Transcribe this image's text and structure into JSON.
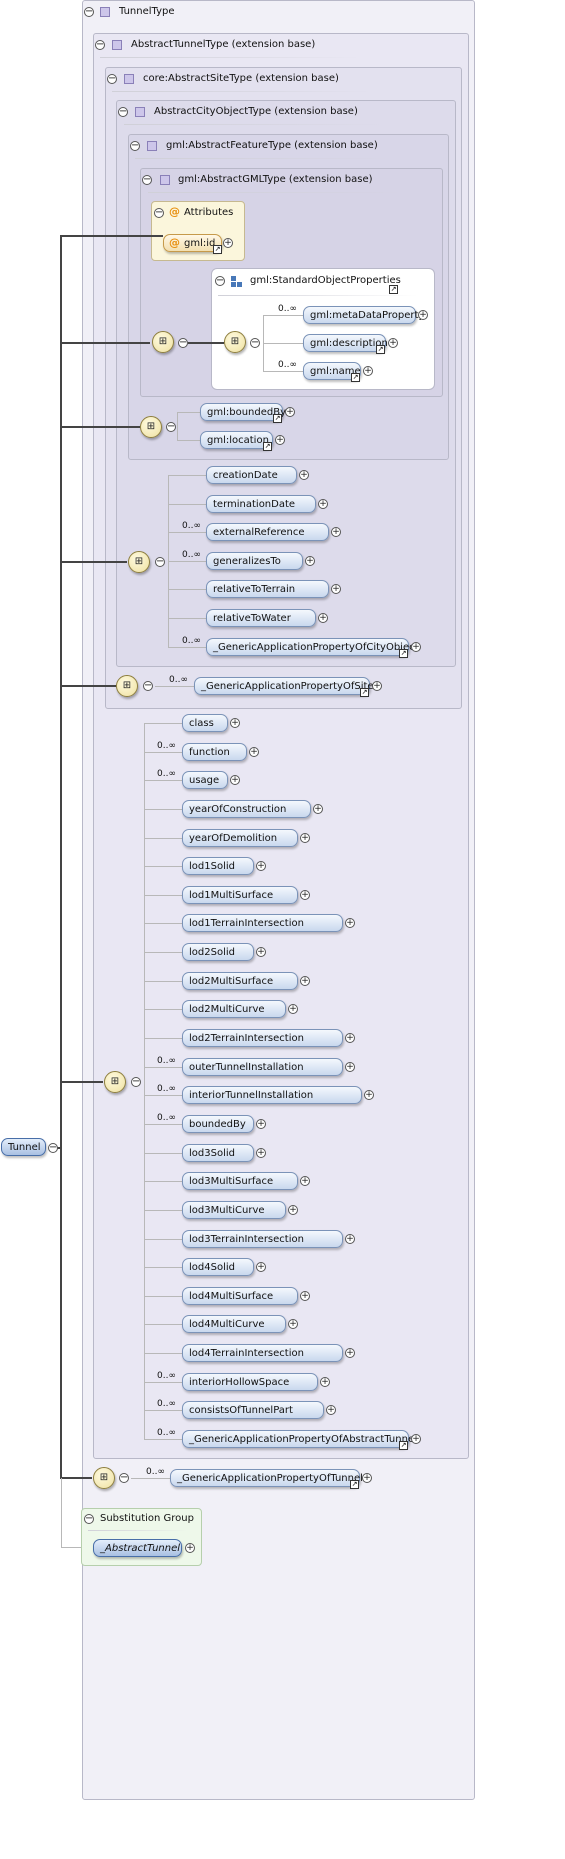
{
  "root": {
    "label": "Tunnel"
  },
  "types": {
    "tunnel_type": "TunnelType",
    "abstract_tunnel_type": "AbstractTunnelType (extension base)",
    "abstract_site_type": "core:AbstractSiteType (extension base)",
    "abstract_city_object_type": "AbstractCityObjectType (extension base)",
    "abstract_feature_type": "gml:AbstractFeatureType (extension base)",
    "abstract_gml_type": "gml:AbstractGMLType (extension base)"
  },
  "attributes": {
    "title": "Attributes",
    "id_label": "gml:id"
  },
  "standard_object_properties": {
    "title": "gml:StandardObjectProperties",
    "items": [
      "gml:metaDataProperty",
      "gml:description",
      "gml:name"
    ],
    "cards": [
      "0..∞",
      "",
      "0..∞"
    ]
  },
  "feature_items": [
    "gml:boundedBy",
    "gml:location"
  ],
  "city_object_items": [
    "creationDate",
    "terminationDate",
    "externalReference",
    "generalizesTo",
    "relativeToTerrain",
    "relativeToWater",
    "_GenericApplicationPropertyOfCityObject"
  ],
  "city_object_cards": [
    "",
    "",
    "0..∞",
    "0..∞",
    "",
    "",
    "0..∞"
  ],
  "site": {
    "item": "_GenericApplicationPropertyOfSite",
    "card": "0..∞"
  },
  "tunnel_items": [
    "class",
    "function",
    "usage",
    "yearOfConstruction",
    "yearOfDemolition",
    "lod1Solid",
    "lod1MultiSurface",
    "lod1TerrainIntersection",
    "lod2Solid",
    "lod2MultiSurface",
    "lod2MultiCurve",
    "lod2TerrainIntersection",
    "outerTunnelInstallation",
    "interiorTunnelInstallation",
    "boundedBy",
    "lod3Solid",
    "lod3MultiSurface",
    "lod3MultiCurve",
    "lod3TerrainIntersection",
    "lod4Solid",
    "lod4MultiSurface",
    "lod4MultiCurve",
    "lod4TerrainIntersection",
    "interiorHollowSpace",
    "consistsOfTunnelPart",
    "_GenericApplicationPropertyOfAbstractTunnel"
  ],
  "tunnel_cards": [
    "",
    "0..∞",
    "0..∞",
    "",
    "",
    "",
    "",
    "",
    "",
    "",
    "",
    "",
    "0..∞",
    "0..∞",
    "0..∞",
    "",
    "",
    "",
    "",
    "",
    "",
    "",
    "",
    "0..∞",
    "0..∞",
    "0..∞"
  ],
  "tunnel_generic": {
    "item": "_GenericApplicationPropertyOfTunnel",
    "card": "0..∞"
  },
  "substitution": {
    "title": "Substitution Group",
    "item": "_AbstractTunnel"
  },
  "symbols": {
    "minus": "−",
    "plus": "+",
    "ref": "↗"
  }
}
